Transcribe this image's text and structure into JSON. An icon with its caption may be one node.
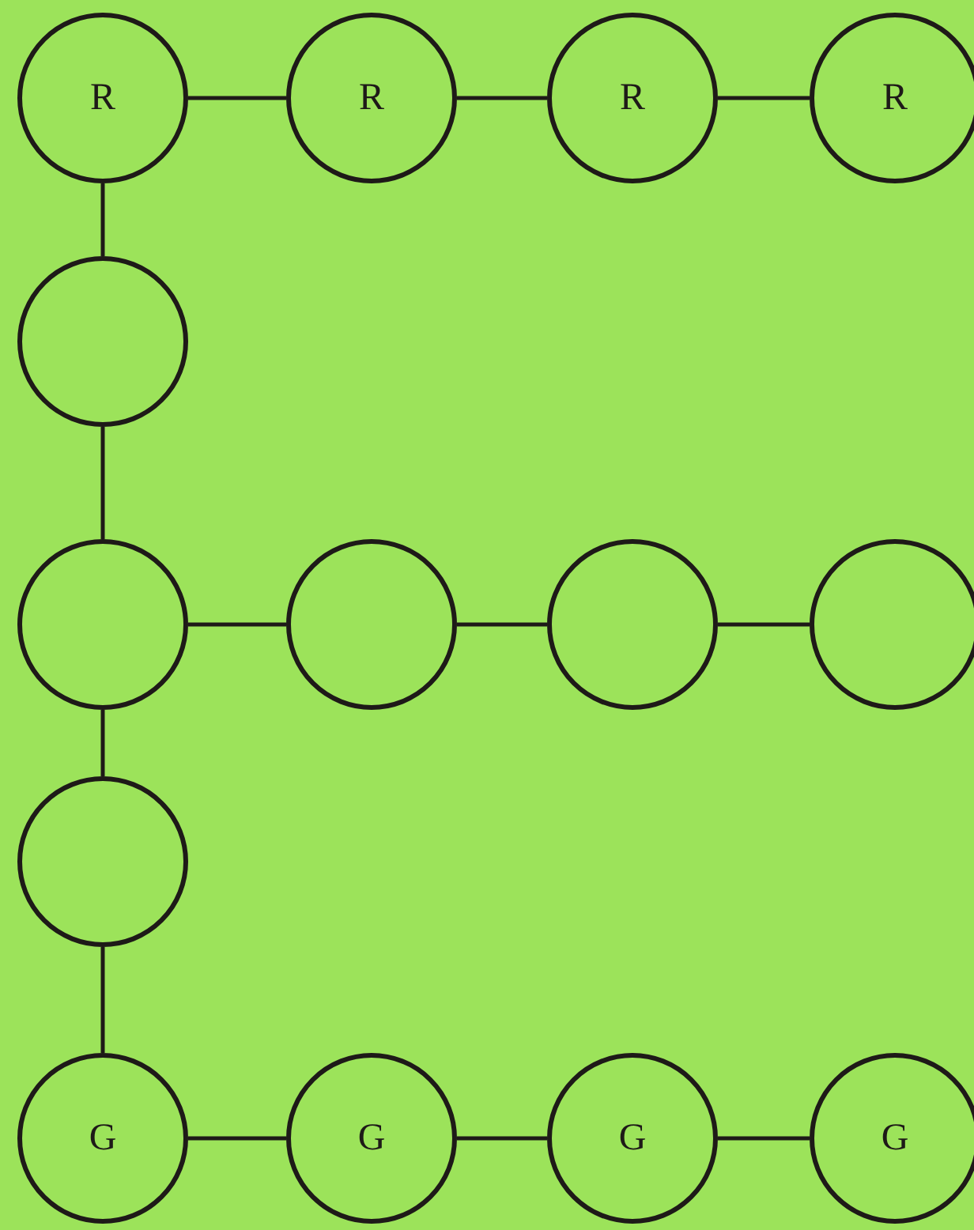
{
  "diagram": {
    "nodes": [
      {
        "text": [
          "R"
        ]
      },
      {
        "text": [
          "R"
        ]
      },
      {
        "text": [
          "R"
        ]
      },
      {
        "text": [
          "R"
        ]
      },
      {
        "text": [],
        "shape": "circle"
      },
      {
        "text": [],
        "shape": "circle"
      },
      {
        "text": [],
        "shape": "circle"
      },
      {
        "text": [],
        "shape": "circle"
      },
      {
        "text": [],
        "shape": "circle"
      },
      {
        "text": [],
        "shape": "circle"
      },
      {
        "text": [
          "G"
        ]
      },
      {
        "text": [
          "G"
        ]
      },
      {
        "text": [
          "G"
        ]
      },
      {
        "text": [
          "G"
        ]
      }
    ],
    "edges": [
      {
        "from": 0,
        "to": 1,
        "arrow": "none"
      },
      {
        "from": 1,
        "to": 2,
        "arrow": "none"
      },
      {
        "from": 2,
        "to": 3,
        "arrow": "none"
      },
      {
        "from": 0,
        "to": 4,
        "arrow": "none"
      },
      {
        "from": 4,
        "to": 5,
        "arrow": "none"
      },
      {
        "from": 5,
        "to": 6,
        "arrow": "none"
      },
      {
        "from": 6,
        "to": 7,
        "arrow": "none"
      },
      {
        "from": 7,
        "to": 8,
        "arrow": "none"
      },
      {
        "from": 5,
        "to": 9,
        "arrow": "none"
      },
      {
        "from": 9,
        "to": 10,
        "arrow": "none"
      },
      {
        "from": 10,
        "to": 11,
        "arrow": "none"
      },
      {
        "from": 11,
        "to": 12,
        "arrow": "none"
      },
      {
        "from": 12,
        "to": 13,
        "arrow": "none"
      }
    ]
  }
}
